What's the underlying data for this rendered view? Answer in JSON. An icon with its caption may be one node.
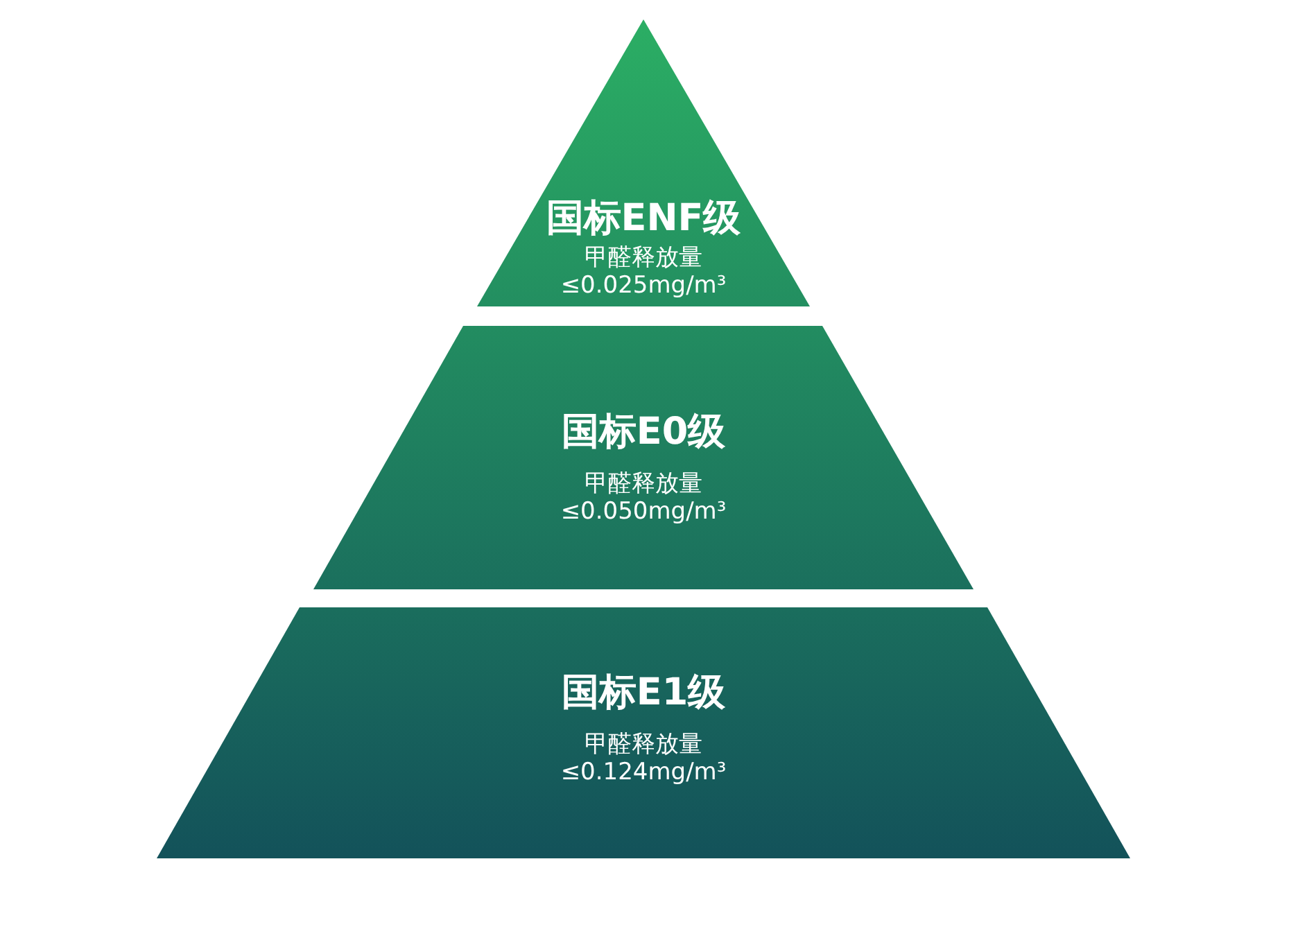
{
  "diagram": {
    "nodes": [
      {
        "text": [
          "国标ENF级",
          "甲醛释放量",
          "≤0.025mg/m³"
        ]
      },
      {
        "text": [
          "国标E0级",
          "甲醛释放量",
          "≤0.050mg/m³"
        ]
      },
      {
        "text": [
          "国标E1级",
          "甲醛释放量",
          "≤0.124mg/m³"
        ]
      }
    ]
  }
}
